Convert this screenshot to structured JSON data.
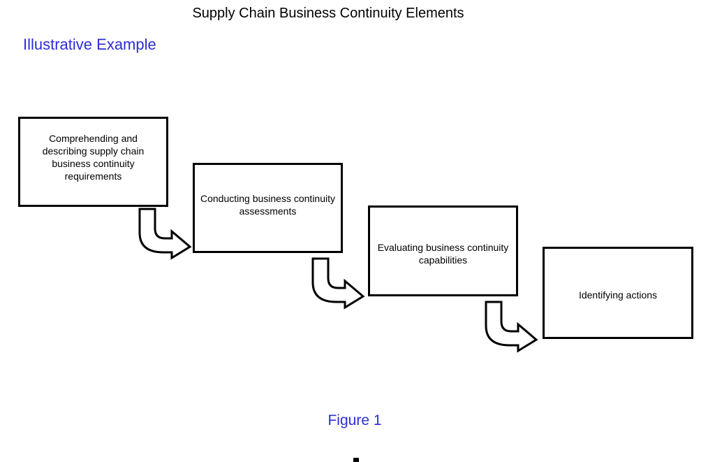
{
  "diagram": {
    "title": "Supply Chain Business Continuity Elements",
    "subtitle": "Illustrative Example",
    "caption": "Figure 1",
    "steps": [
      {
        "label": "Comprehending and describing supply chain business continuity requirements"
      },
      {
        "label": "Conducting business continuity assessments"
      },
      {
        "label": "Evaluating business continuity capabilities"
      },
      {
        "label": "Identifying actions"
      }
    ],
    "colors": {
      "title": "#000000",
      "accent": "#2d2dd6",
      "box_border": "#000000"
    },
    "arrow_icon": "curved-down-right-arrow-icon"
  }
}
